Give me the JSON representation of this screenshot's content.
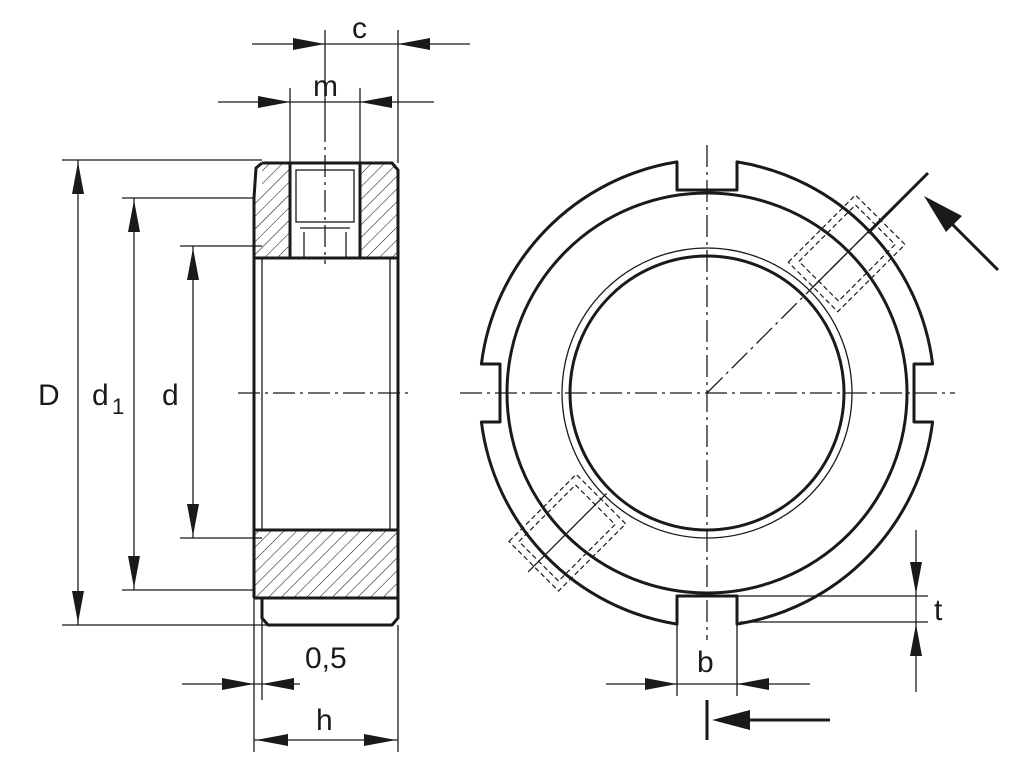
{
  "labels": {
    "c": "c",
    "m": "m",
    "D": "D",
    "d1_base": "d",
    "d1_sub": "1",
    "d": "d",
    "half_mm": "0,5",
    "h": "h",
    "b": "b",
    "t": "t"
  }
}
